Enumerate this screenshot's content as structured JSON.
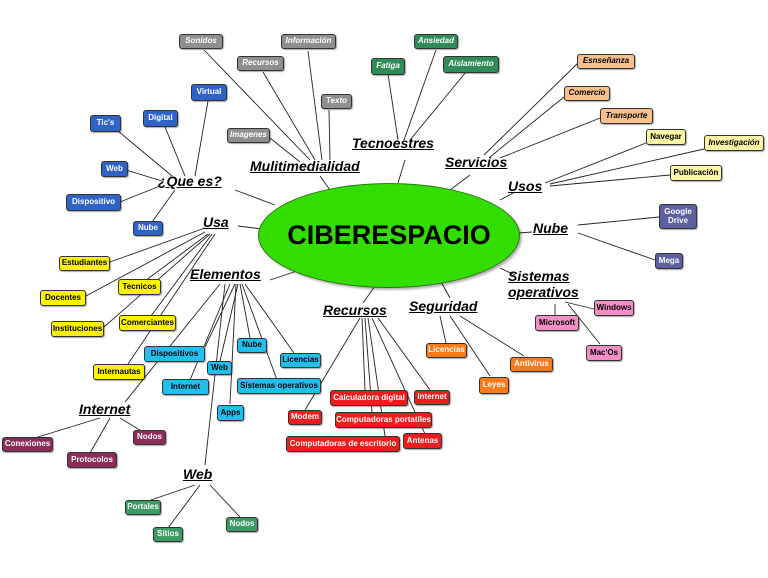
{
  "center": "CIBERESPACIO",
  "headings": {
    "que_es": "¿Que es?",
    "multimedialidad": "Mulitimedialidad",
    "tecnoestres": "Tecnoestres",
    "servicios": "Servicios",
    "usos": "Usos",
    "nube": "Nube",
    "sistemas": "Sistemas operativos",
    "usa": "Usa",
    "elementos": "Elementos",
    "recursos": "Recursos",
    "seguridad": "Seguridad",
    "internet": "Internet",
    "web": "Web"
  },
  "que_es": [
    "Virtual",
    "Digital",
    "Tic's",
    "Web",
    "Dispositivo",
    "Nube"
  ],
  "multimedialidad": [
    "Sonidos",
    "Información",
    "Recursos",
    "Texto",
    "Imagenes"
  ],
  "tecnoestres": [
    "Ansiedad",
    "Fatiga",
    "Aislamiento"
  ],
  "servicios": [
    "Esnseñanza",
    "Comercio",
    "Transporte"
  ],
  "usos": [
    "Navegar",
    "Investigación",
    "Publicación"
  ],
  "nube": [
    "Google Drive",
    "Mega"
  ],
  "sistemas": [
    "Windows",
    "Microsoft",
    "Mac'Os"
  ],
  "usa": [
    "Estudiantes",
    "Docentes",
    "Tecnicos",
    "Instituciones",
    "Comerciantes",
    "Internautas"
  ],
  "elementos": [
    "Dispositivos",
    "Nube",
    "Licencias",
    "Web",
    "Internet",
    "Sistemas operativos",
    "Apps"
  ],
  "recursos": [
    "Calculadora digital",
    "Internet",
    "Computadoras portatiles",
    "Modem",
    "Computadoras de escritorio",
    "Antenas"
  ],
  "seguridad": [
    "Licencias",
    "Antivirus",
    "Leyes"
  ],
  "internet": [
    "Conexiones",
    "Protocolos",
    "Nodos"
  ],
  "web": [
    "Portales",
    "Sitios",
    "Nodos"
  ],
  "colors": {
    "center": "#33dd00",
    "que_es": "#2f63c8",
    "multimedialidad": "#8f8f8f",
    "tecnoestres": "#2f8b57",
    "servicios": "#f7c08c",
    "usos": "#fbf6a5",
    "nube": "#5c5fa0",
    "sistemas": "#f38ec6",
    "usa": "#fff200",
    "elementos": "#20c0ee",
    "recursos": "#ee1c1c",
    "seguridad": "#ff7a1a",
    "internet": "#8b2c59",
    "web": "#3c9a63"
  }
}
